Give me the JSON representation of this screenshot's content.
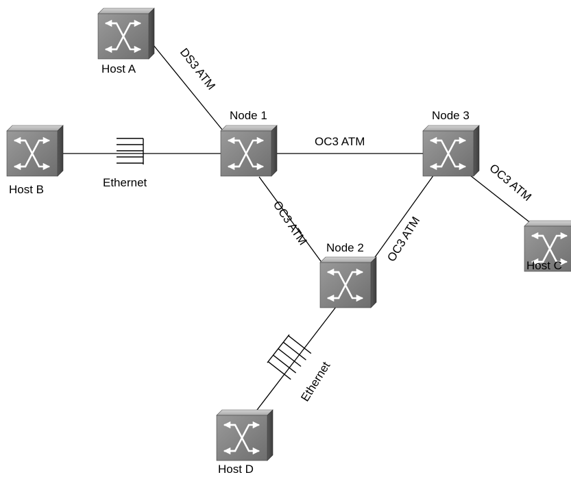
{
  "nodes": {
    "host_a": "Host A",
    "host_b": "Host B",
    "host_c": "Host C",
    "host_d": "Host D",
    "node_1": "Node 1",
    "node_2": "Node 2",
    "node_3": "Node 3"
  },
  "links": {
    "host_a_node_1": "DS3 ATM",
    "host_b_node_1": "Ethernet",
    "node_1_node_3": "OC3 ATM",
    "node_1_node_2": "OC3 ATM",
    "node_2_node_3": "OC3 ATM",
    "node_3_host_c": "OC3 ATM",
    "node_2_host_d": "Ethernet"
  },
  "icon": "atm-switch-icon"
}
